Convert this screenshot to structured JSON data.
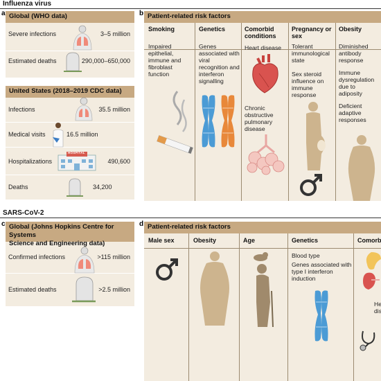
{
  "top_title": "Influenza virus",
  "bottom_title": "SARS-CoV-2",
  "panels": {
    "a": {
      "letter": "a",
      "global": {
        "title": "Global (WHO data)",
        "rows": [
          {
            "label": "Severe infections",
            "value": "3–5 million"
          },
          {
            "label": "Estimated deaths",
            "value": "290,000–650,000"
          }
        ]
      },
      "us": {
        "title": "United States (2018–2019 CDC data)",
        "rows": [
          {
            "label": "Infections",
            "value": "35.5 million"
          },
          {
            "label": "Medical visits",
            "value": "16.5 million"
          },
          {
            "label": "Hospitalizations",
            "value": "490,600"
          },
          {
            "label": "Deaths",
            "value": "34,200"
          }
        ],
        "hospital_sign": "HOSPITAL"
      }
    },
    "b": {
      "letter": "b",
      "title": "Patient-related risk factors",
      "columns": [
        {
          "head": "Smoking",
          "text": "Impaired epithelial, immune and fibroblast function"
        },
        {
          "head": "Genetics",
          "text": "Genes associated with viral recognition and interferon signalling"
        },
        {
          "head": "Comorbid conditions",
          "text": "Heart disease",
          "text2": "Chronic obstructive pulmonary disease"
        },
        {
          "head": "Pregnancy or sex",
          "text": "Tolerant immunological state",
          "text2": "Sex steroid influence on immune response"
        },
        {
          "head": "Obesity",
          "text": "Diminished antibody response",
          "text2": "Immune dysregulation due to adiposity",
          "text3": "Deficient adaptive responses"
        }
      ]
    },
    "c": {
      "letter": "c",
      "title_line1": "Global (Johns Hopkins Centre for Systems",
      "title_line2": "Science and Engineering data)",
      "rows": [
        {
          "label": "Confirmed infections",
          "value": ">115 million"
        },
        {
          "label": "Estimated deaths",
          "value": ">2.5 million"
        }
      ]
    },
    "d": {
      "letter": "d",
      "title": "Patient-related risk factors",
      "columns": [
        {
          "head": "Male sex"
        },
        {
          "head": "Obesity"
        },
        {
          "head": "Age"
        },
        {
          "head": "Genetics",
          "text": "Blood type",
          "text2": "Genes associated with type I interferon induction"
        },
        {
          "head": "Comorb",
          "text": "He",
          "text2": "dis"
        }
      ]
    }
  },
  "colors": {
    "header": "#c7a982",
    "panel_bg": "#f3ece0",
    "chromosome_blue": "#4b9bd5",
    "chromosome_orange": "#e8883a",
    "heart_red": "#d9534f",
    "figure_tan": "#cdb48e",
    "male_symbol": "#333333"
  }
}
